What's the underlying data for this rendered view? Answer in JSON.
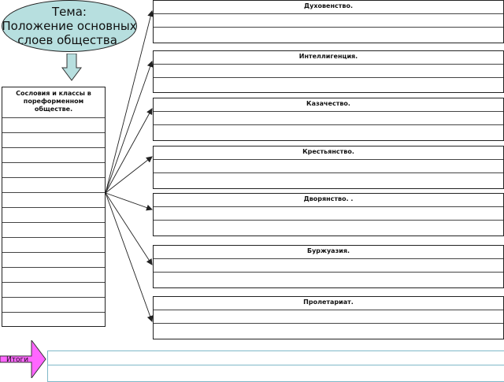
{
  "topic": {
    "line1": "Тема:",
    "line2": "Положение основных",
    "line3": "слоев общества."
  },
  "left_table": {
    "header": "Сословия и классы в пореформенном обществе.",
    "rows": 15
  },
  "right_tables": [
    {
      "title": "Духовенство."
    },
    {
      "title": "Интеллигенция."
    },
    {
      "title": "Казачество."
    },
    {
      "title": "Крестьянство."
    },
    {
      "title": "Дворянство. ."
    },
    {
      "title": "Буржуазия."
    },
    {
      "title": "Пролетариат."
    }
  ],
  "results": {
    "label": "Итоги"
  },
  "colors": {
    "topic_fill": "#b7dfdf",
    "itogi_fill": "#ff66ff",
    "bottom_border": "#7fb8c8"
  }
}
